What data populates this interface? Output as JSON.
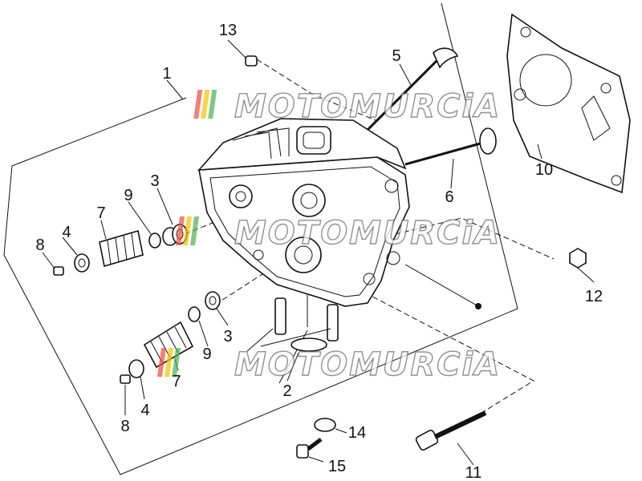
{
  "callouts": [
    "1",
    "2",
    "3",
    "3",
    "4",
    "4",
    "5",
    "6",
    "7",
    "7",
    "8",
    "8",
    "9",
    "9",
    "10",
    "11",
    "12",
    "13",
    "14",
    "15"
  ],
  "watermark": {
    "text": "MOTOMURCiA",
    "stripe_colors": [
      "#e84d3d",
      "#f2c200",
      "#4caf50"
    ]
  }
}
